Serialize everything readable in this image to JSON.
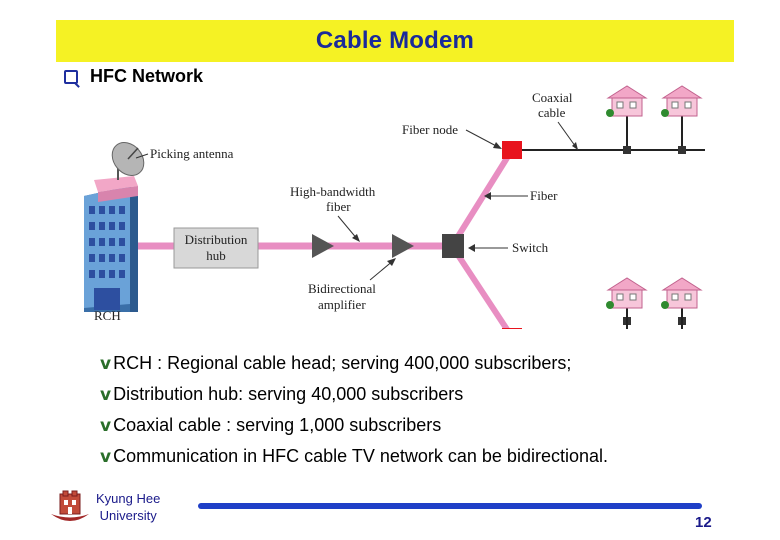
{
  "slide": {
    "title": "Cable Modem",
    "subheading": "HFC Network",
    "page_number": "12"
  },
  "diagram": {
    "labels": {
      "coaxial_cable": [
        "Coaxial",
        "cable"
      ],
      "fiber_node": "Fiber node",
      "picking_antenna": "Picking antenna",
      "high_bandwidth_fiber": [
        "High-bandwidth",
        "fiber"
      ],
      "fiber": "Fiber",
      "distribution_hub": [
        "Distribution",
        "hub"
      ],
      "switch": "Switch",
      "bidirectional_amplifier": [
        "Bidirectional",
        "amplifier"
      ],
      "rch": "RCH"
    }
  },
  "bullets": [
    "RCH : Regional cable head; serving 400,000 subscribers;",
    "Distribution hub: serving 40,000 subscribers",
    "Coaxial cable : serving 1,000 subscribers",
    "Communication in HFC cable TV network can be bidirectional."
  ],
  "footer": {
    "university_line1": "Kyung Hee",
    "university_line2": "University"
  },
  "colors": {
    "title_bar": "#f5f224",
    "title_text": "#1a2a9a",
    "fiber": "#e88ec2",
    "fiber_node": "#e8141e",
    "footer_line": "#1f3fc7"
  }
}
